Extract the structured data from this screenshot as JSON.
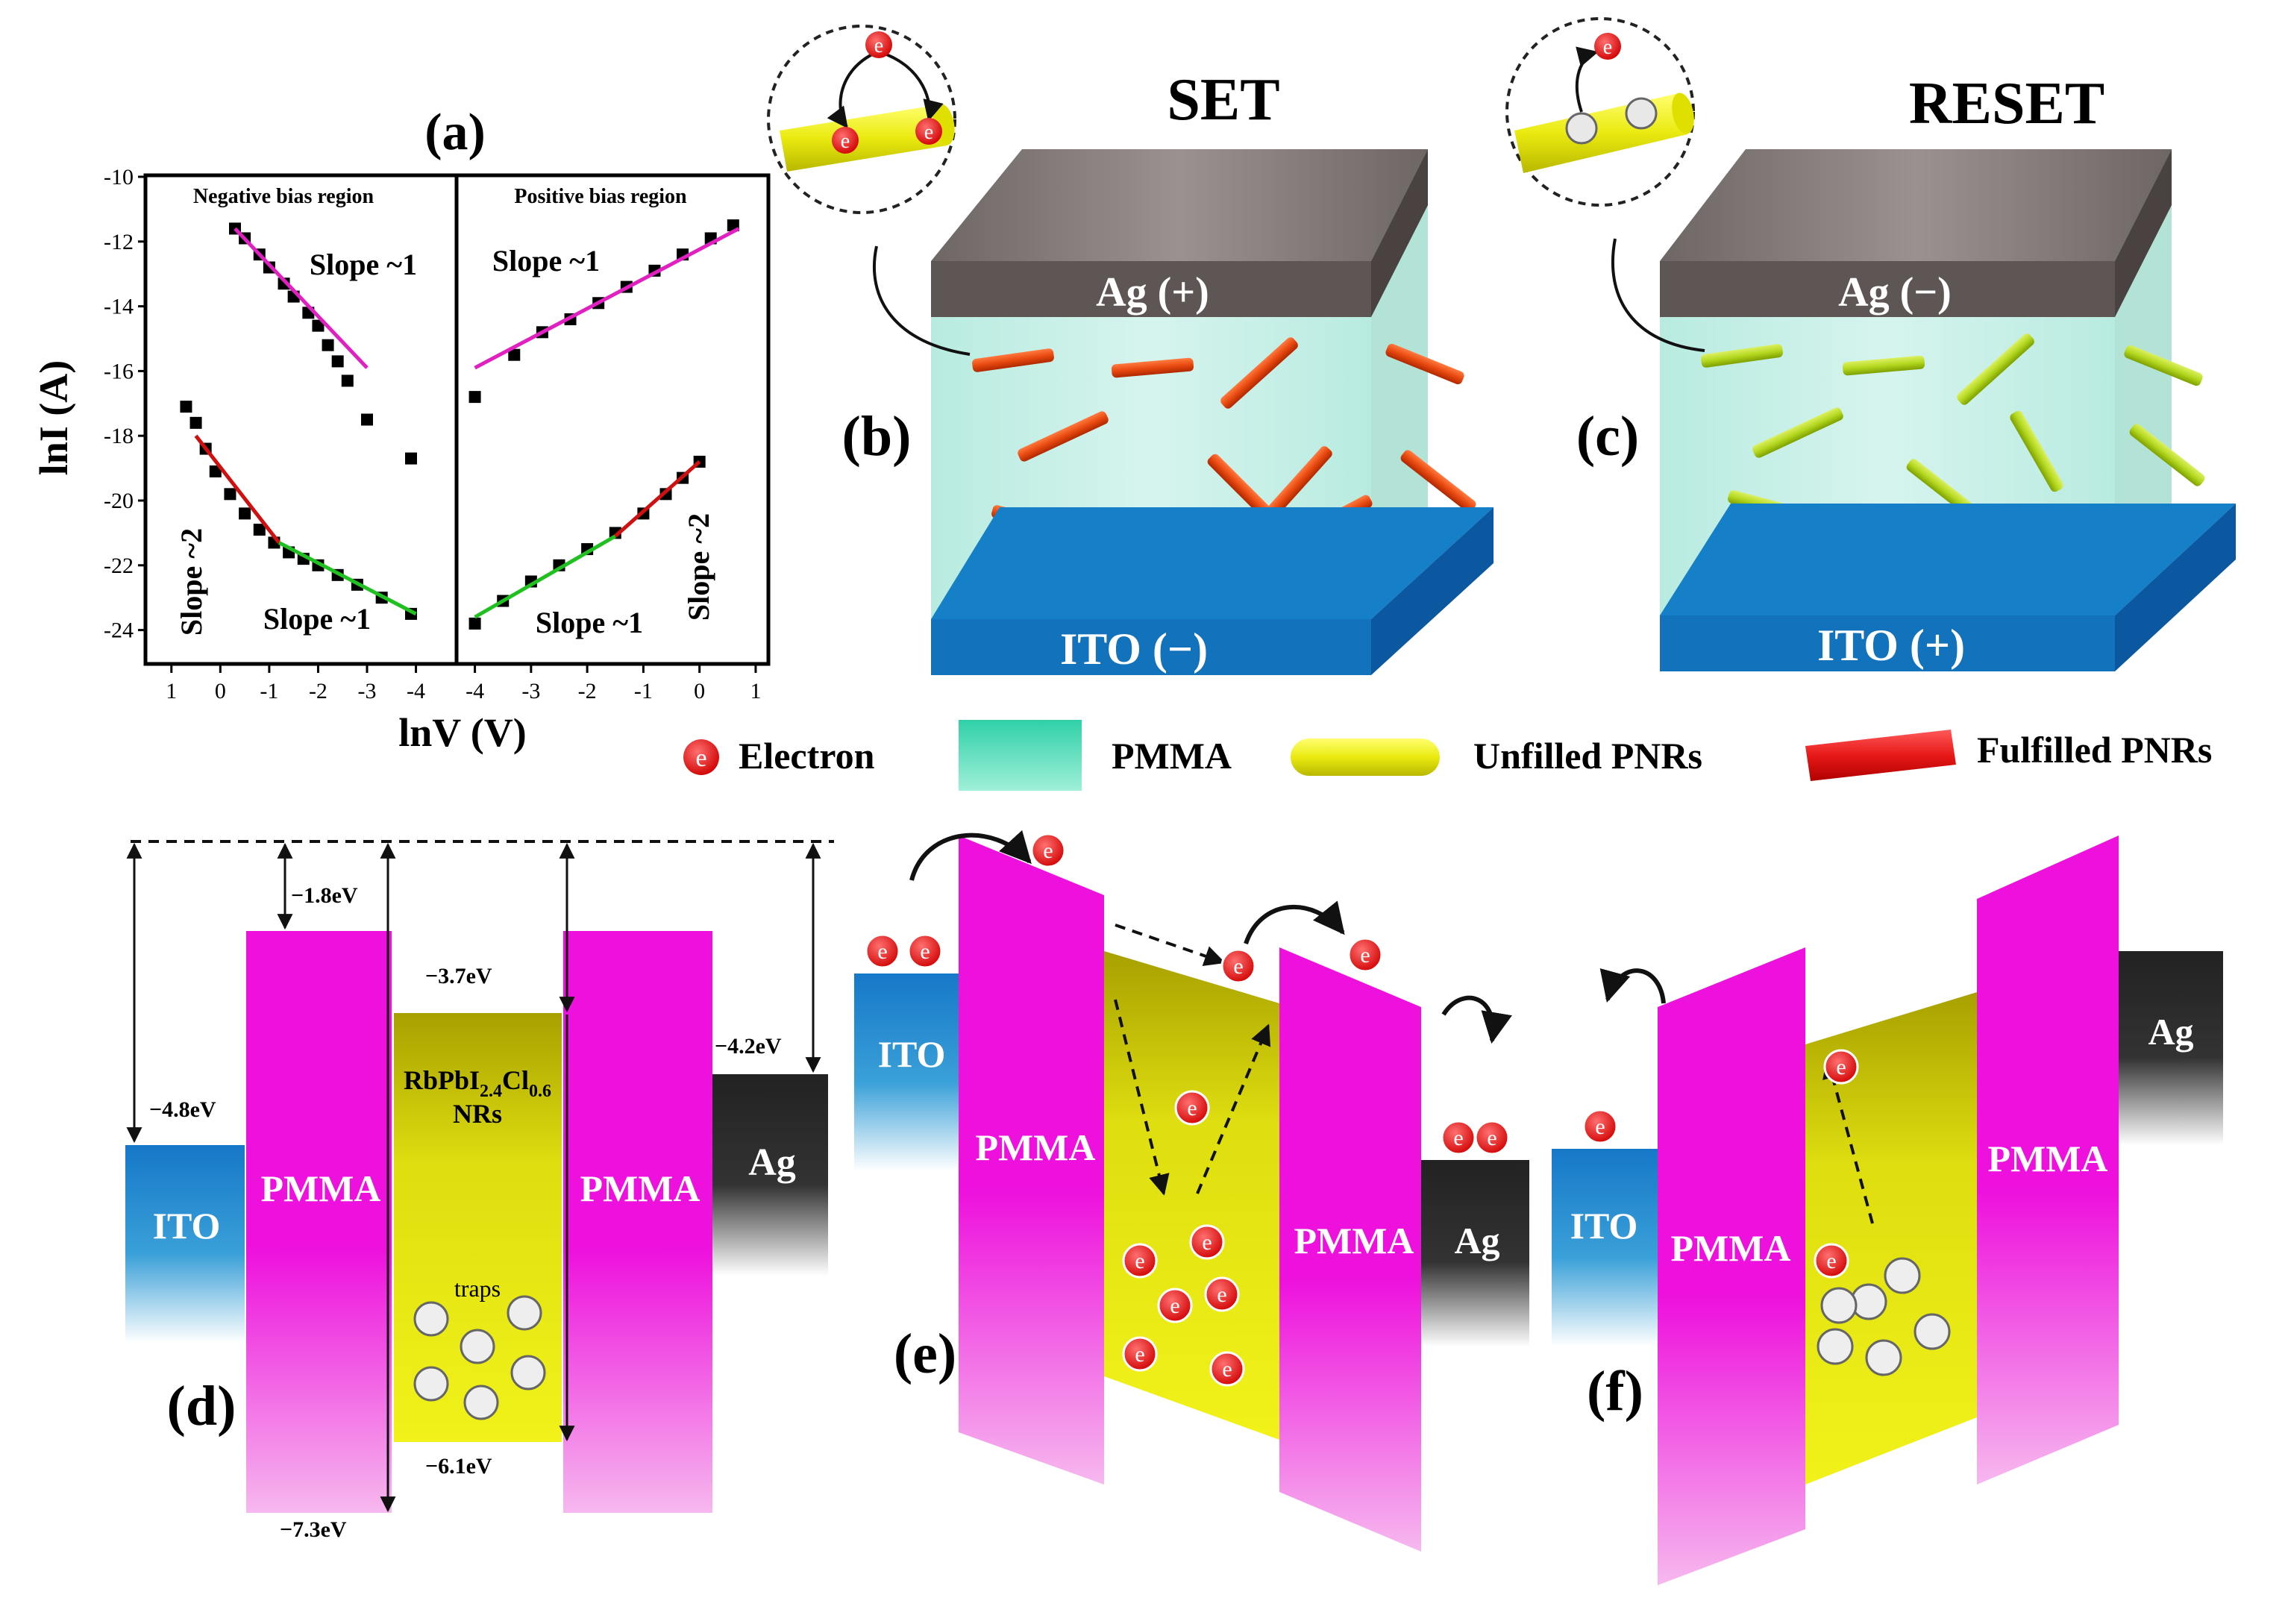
{
  "panels": {
    "a": "(a)",
    "b": "(b)",
    "c": "(c)",
    "d": "(d)",
    "e": "(e)",
    "f": "(f)"
  },
  "chart_data": [
    {
      "type": "scatter",
      "panel": "negative bias region",
      "title": "Negative bias region",
      "xlabel": "lnV (V)",
      "ylabel": "lnI (A)",
      "x_ticks": [
        "1",
        "0",
        "-1",
        "-2",
        "-3",
        "-4"
      ],
      "y_ticks": [
        "-10",
        "-12",
        "-14",
        "-16",
        "-18",
        "-20",
        "-22",
        "-24"
      ],
      "xlim": [
        1.5,
        -4.8
      ],
      "ylim": [
        -25,
        -10
      ],
      "annotations": [
        "Slope ~1",
        "Slope ~2",
        "Slope ~1"
      ],
      "series": [
        {
          "name": "upper",
          "color": "#000000",
          "x": [
            -0.3,
            -0.5,
            -0.8,
            -1.0,
            -1.3,
            -1.5,
            -1.8,
            -2.0,
            -2.2,
            -2.4,
            -2.6,
            -3.0,
            -3.9
          ],
          "y": [
            -11.6,
            -11.9,
            -12.4,
            -12.8,
            -13.3,
            -13.7,
            -14.2,
            -14.6,
            -15.2,
            -15.7,
            -16.3,
            -17.5,
            -18.7
          ]
        },
        {
          "name": "lower",
          "color": "#000000",
          "x": [
            0.7,
            0.5,
            0.3,
            0.1,
            -0.2,
            -0.5,
            -0.8,
            -1.1,
            -1.4,
            -1.7,
            -2.0,
            -2.4,
            -2.8,
            -3.3,
            -3.9
          ],
          "y": [
            -17.1,
            -17.6,
            -18.4,
            -19.1,
            -19.8,
            -20.4,
            -20.9,
            -21.3,
            -21.6,
            -21.8,
            -22.0,
            -22.3,
            -22.6,
            -23.0,
            -23.5
          ]
        }
      ],
      "fits": [
        {
          "color": "#e020c0",
          "x": [
            -0.3,
            -3.0
          ],
          "y": [
            -11.6,
            -15.9
          ]
        },
        {
          "color": "#d01010",
          "x": [
            0.5,
            -1.2
          ],
          "y": [
            -18.0,
            -21.3
          ]
        },
        {
          "color": "#20c020",
          "x": [
            -1.2,
            -4.0
          ],
          "y": [
            -21.3,
            -23.5
          ]
        }
      ]
    },
    {
      "type": "scatter",
      "panel": "positive bias region",
      "title": "Positive bias region",
      "x_ticks": [
        "-4",
        "-3",
        "-2",
        "-1",
        "0",
        "1"
      ],
      "xlim": [
        -4.3,
        1.2
      ],
      "ylim": [
        -25,
        -10
      ],
      "annotations": [
        "Slope ~1",
        "Slope ~1",
        "Slope ~2"
      ],
      "series": [
        {
          "name": "upper",
          "color": "#000000",
          "x": [
            -4.0,
            -3.3,
            -2.8,
            -2.3,
            -1.8,
            -1.3,
            -0.8,
            -0.3,
            0.2,
            0.6
          ],
          "y": [
            -16.8,
            -15.5,
            -14.8,
            -14.4,
            -13.9,
            -13.4,
            -12.9,
            -12.4,
            -11.9,
            -11.5
          ]
        },
        {
          "name": "lower",
          "color": "#000000",
          "x": [
            -4.0,
            -3.5,
            -3.0,
            -2.5,
            -2.0,
            -1.5,
            -1.0,
            -0.6,
            -0.3,
            0.0
          ],
          "y": [
            -23.8,
            -23.1,
            -22.5,
            -22.0,
            -21.5,
            -21.0,
            -20.4,
            -19.8,
            -19.3,
            -18.8
          ]
        }
      ],
      "fits": [
        {
          "color": "#e020c0",
          "x": [
            -4.0,
            0.7
          ],
          "y": [
            -15.9,
            -11.6
          ]
        },
        {
          "color": "#20c020",
          "x": [
            -4.0,
            -1.5
          ],
          "y": [
            -23.6,
            -21.1
          ]
        },
        {
          "color": "#d01010",
          "x": [
            -1.5,
            0.0
          ],
          "y": [
            -21.1,
            -18.8
          ]
        }
      ]
    }
  ],
  "set_panel": {
    "title": "SET",
    "top_electrode": "Ag (+)",
    "bottom_electrode": "ITO (−)",
    "electron_symbol": "e"
  },
  "reset_panel": {
    "title": "RESET",
    "top_electrode": "Ag (−)",
    "bottom_electrode": "ITO (+)",
    "electron_symbol": "e"
  },
  "legend": {
    "electron": "Electron",
    "pmma": "PMMA",
    "unfilled": "Unfilled PNRs",
    "fulfilled": "Fulfilled PNRs"
  },
  "band_d": {
    "e1": "−1.8eV",
    "e2": "−3.7eV",
    "e3": "−4.2eV",
    "e4": "−4.8eV",
    "e5": "−6.1eV",
    "e6": "−7.3eV",
    "nr_main": "RbPbI",
    "nr_sub1": "2.4",
    "nr_mid": "Cl",
    "nr_sub2": "0.6",
    "nr_line2": "NRs",
    "traps": "traps",
    "ito": "ITO",
    "pmma": "PMMA",
    "ag": "Ag"
  },
  "band_e": {
    "ito": "ITO",
    "pmma": "PMMA",
    "ag": "Ag",
    "e": "e"
  },
  "band_f": {
    "ito": "ITO",
    "pmma": "PMMA",
    "ag": "Ag",
    "e": "e"
  },
  "colors": {
    "pmma": "#ee11dd",
    "nr_yellow": "#e4e80c",
    "ito_blue": "#1682d2",
    "ag_dark": "#262626",
    "fulfilled": "#e04010",
    "unfilled": "#b8de20",
    "box_fill": "#c8eee4",
    "electron": "#e82020"
  }
}
